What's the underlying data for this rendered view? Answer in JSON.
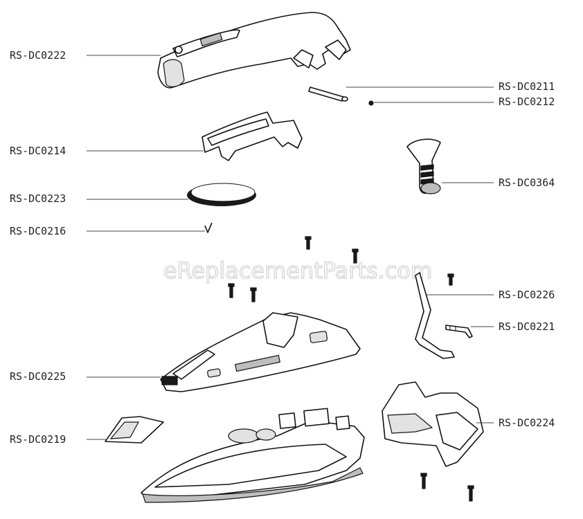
{
  "watermark": "eReplacementParts.com",
  "labels": {
    "handle": "RS-DC0222",
    "pin": "RS-DC0211",
    "ball": "RS-DC0212",
    "handle_cover": "RS-DC0214",
    "knob": "RS-DC0364",
    "dial_disc": "RS-DC0223",
    "spring_clip": "RS-DC0216",
    "rod": "RS-DC0226",
    "hook": "RS-DC0221",
    "housing": "RS-DC0225",
    "heel_rest": "RS-DC0224",
    "front_cover": "RS-DC0219"
  }
}
